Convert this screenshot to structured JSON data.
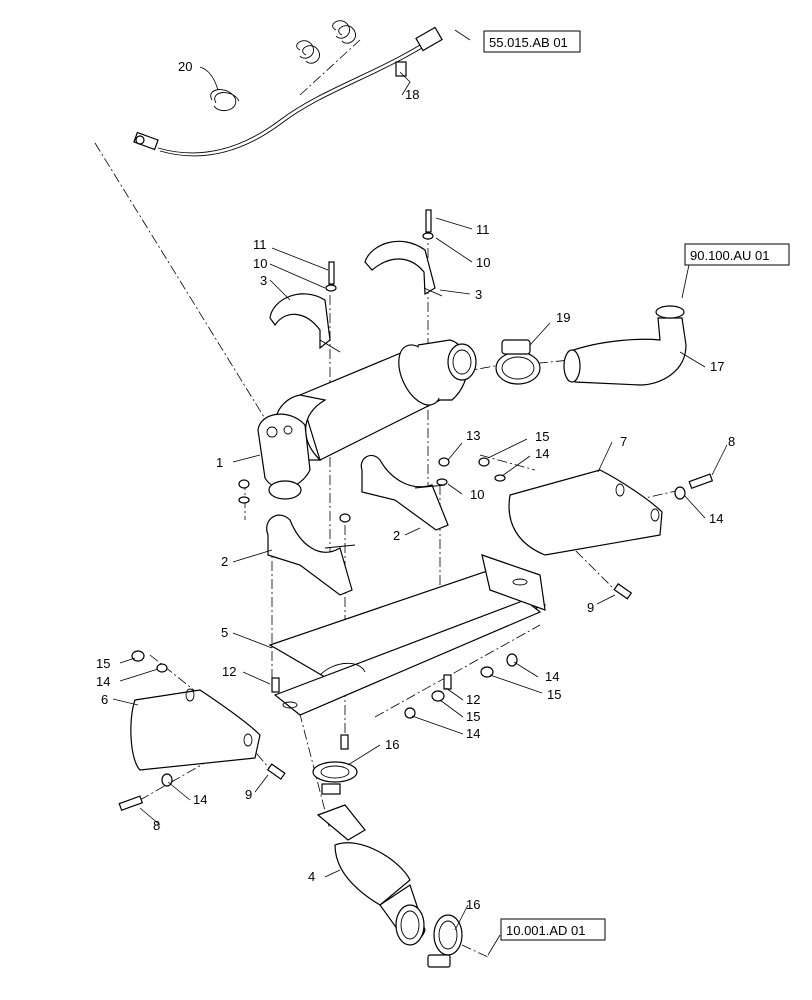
{
  "callouts": {
    "c1": "1",
    "c2a": "2",
    "c2b": "2",
    "c3a": "3",
    "c3b": "3",
    "c4": "4",
    "c5": "5",
    "c6": "6",
    "c7": "7",
    "c8a": "8",
    "c8b": "8",
    "c9a": "9",
    "c9b": "9",
    "c10a": "10",
    "c10b": "10",
    "c10c": "10",
    "c11a": "11",
    "c11b": "11",
    "c12a": "12",
    "c12b": "12",
    "c13": "13",
    "c14a": "14",
    "c14b": "14",
    "c14c": "14",
    "c14d": "14",
    "c14e": "14",
    "c14f": "14",
    "c15a": "15",
    "c15b": "15",
    "c15c": "15",
    "c15d": "15",
    "c16a": "16",
    "c16b": "16",
    "c17": "17",
    "c18": "18",
    "c19": "19",
    "c20": "20"
  },
  "references": {
    "ref_top": "55.015.AB 01",
    "ref_right": "90.100.AU 01",
    "ref_bottom": "10.001.AD 01"
  }
}
